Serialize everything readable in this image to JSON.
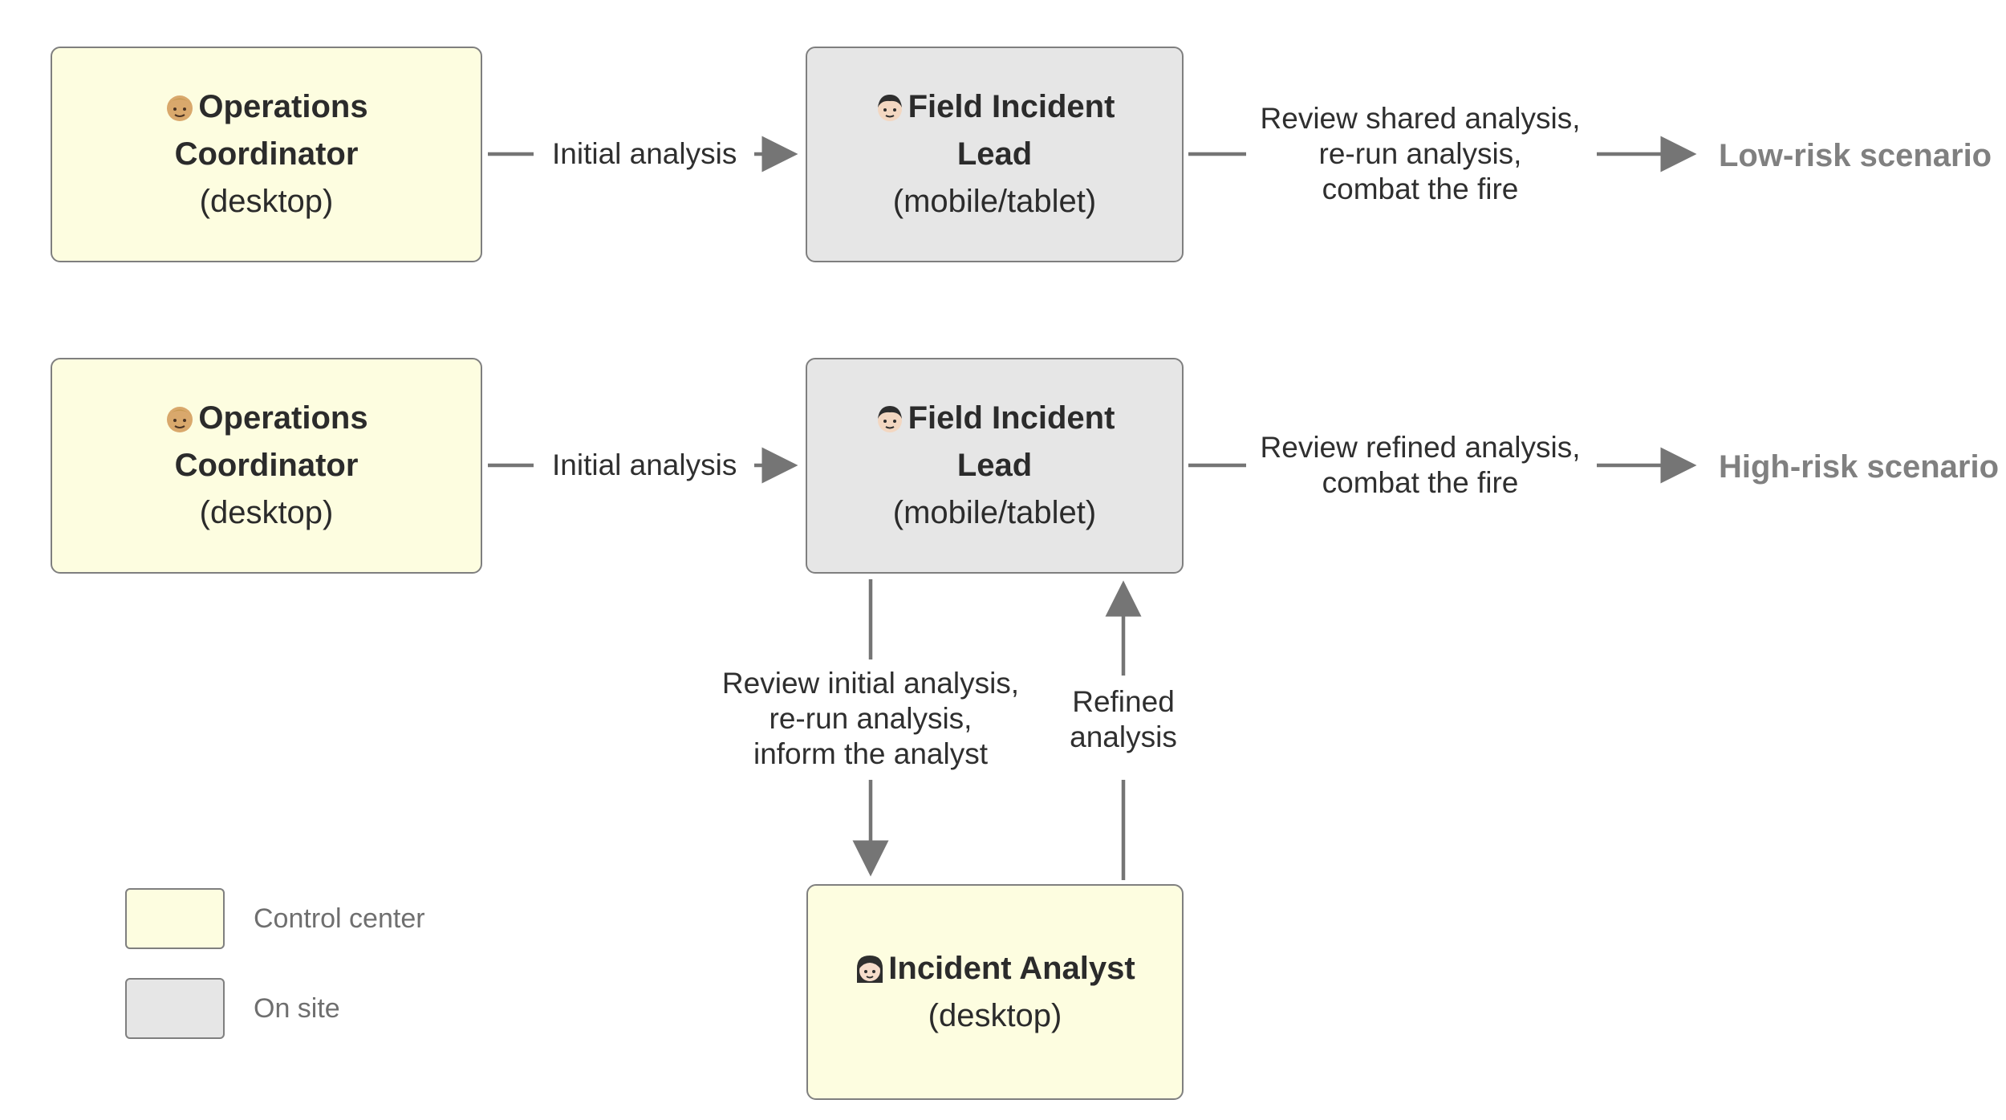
{
  "roles": {
    "operations_coordinator": {
      "title": "Operations Coordinator",
      "title_line1": "Operations",
      "title_line2": "Coordinator",
      "device": "(desktop)"
    },
    "field_incident_lead": {
      "title_line1": "Field Incident",
      "title_line2": "Lead",
      "device": "(mobile/tablet)"
    },
    "incident_analyst": {
      "title": "Incident Analyst",
      "device": "(desktop)"
    }
  },
  "row1": {
    "edge1_label": "Initial analysis",
    "edge2_label_lines": [
      "Review shared analysis,",
      "re-run analysis,",
      "combat the fire"
    ],
    "outcome": "Low-risk scenario"
  },
  "row2": {
    "edge1_label": "Initial analysis",
    "edge2_label_lines": [
      "Review refined analysis,",
      "combat the fire"
    ],
    "outcome": "High-risk scenario",
    "down_label_lines": [
      "Review initial analysis,",
      "re-run analysis,",
      "inform the analyst"
    ],
    "up_label_lines": [
      "Refined",
      "analysis"
    ]
  },
  "legend": [
    {
      "label": "Control center",
      "color": "#fdfde0"
    },
    {
      "label": "On site",
      "color": "#e6e6e6"
    }
  ],
  "icons": {
    "coordinator": "person-blond-emoji-icon",
    "lead": "man-emoji-icon",
    "analyst": "woman-emoji-icon"
  },
  "colors": {
    "control_center": "#fdfde0",
    "on_site": "#e6e6e6",
    "connector": "#757575",
    "outcome_text": "#808080"
  }
}
